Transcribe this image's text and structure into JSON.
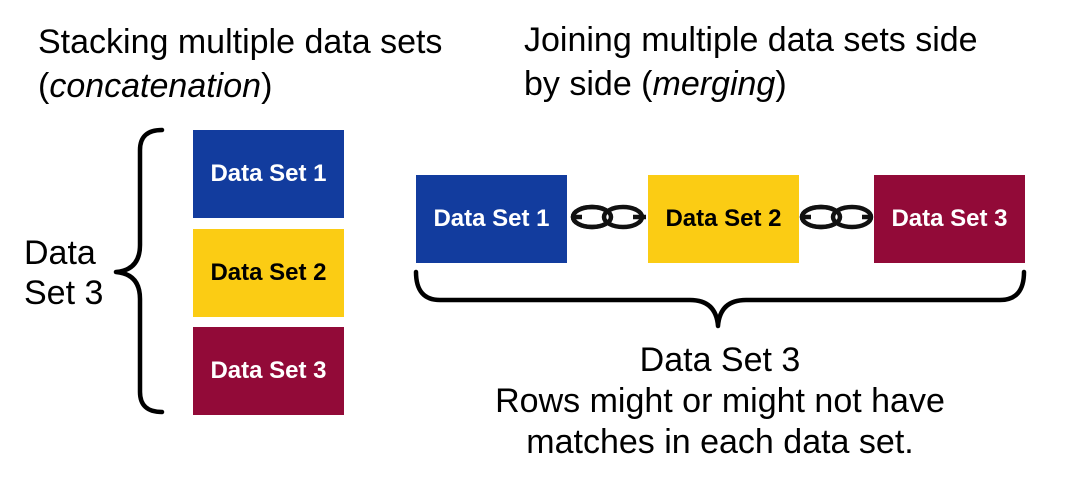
{
  "left_heading": {
    "line1": "Stacking multiple data sets",
    "line2_prefix": "(",
    "line2_term": "concatenation",
    "line2_suffix": ")"
  },
  "right_heading": {
    "line1": "Joining multiple data sets side",
    "line2_prefix": "by side (",
    "line2_term": "merging",
    "line2_suffix": ")"
  },
  "stack": {
    "boxes": [
      "Data Set 1",
      "Data Set 2",
      "Data Set 3"
    ],
    "result_label_line1": "Data",
    "result_label_line2": "Set 3"
  },
  "merge": {
    "boxes": [
      "Data Set 1",
      "Data Set 2",
      "Data Set 3"
    ],
    "result_title": "Data Set 3",
    "result_note_line1": "Rows might or might not have",
    "result_note_line2": "matches in each data set."
  },
  "colors": {
    "data_set_1": "#123c9e",
    "data_set_2": "#fbcc14",
    "data_set_3": "#920a38"
  },
  "icons": [
    "chain-link-icon",
    "chain-link-icon"
  ]
}
